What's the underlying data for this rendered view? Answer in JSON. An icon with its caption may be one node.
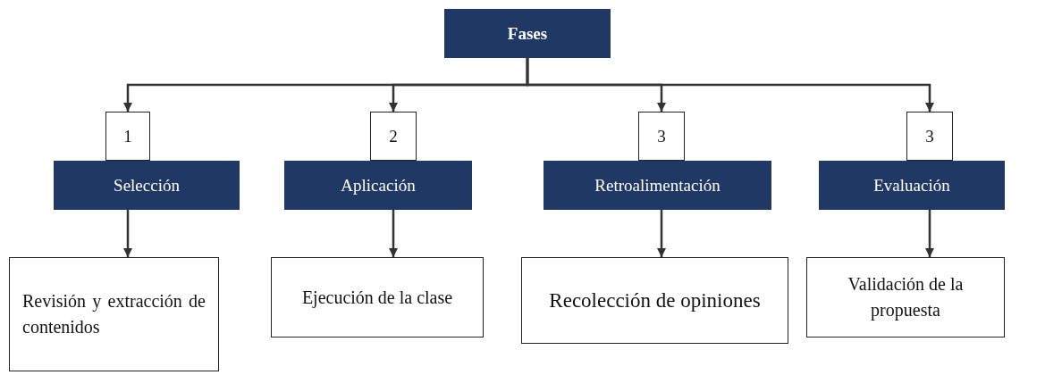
{
  "diagram": {
    "nodes": [
      {
        "text": [
          "Fases"
        ]
      },
      {
        "text": [
          "1"
        ]
      },
      {
        "text": [
          "2"
        ]
      },
      {
        "text": [
          "3"
        ]
      },
      {
        "text": [
          "3"
        ]
      },
      {
        "text": [
          "Selección"
        ]
      },
      {
        "text": [
          "Aplicación"
        ]
      },
      {
        "text": [
          "Retroalimentación"
        ]
      },
      {
        "text": [
          "Evaluación"
        ]
      },
      {
        "text": [
          "Revisión y extracción de contenidos"
        ]
      },
      {
        "text": [
          "Ejecución de la clase"
        ]
      },
      {
        "text": [
          "Recolección de opiniones"
        ]
      },
      {
        "text": [
          "Validación de la propuesta"
        ]
      }
    ],
    "edges": [
      {
        "from": 0,
        "to": 1,
        "arrow": "to"
      },
      {
        "from": 0,
        "to": 2,
        "arrow": "to"
      },
      {
        "from": 0,
        "to": 3,
        "arrow": "to"
      },
      {
        "from": 0,
        "to": 4,
        "arrow": "to"
      },
      {
        "from": 5,
        "to": 9,
        "arrow": "to"
      },
      {
        "from": 6,
        "to": 10,
        "arrow": "to"
      },
      {
        "from": 7,
        "to": 11,
        "arrow": "to"
      },
      {
        "from": 8,
        "to": 12,
        "arrow": "to"
      }
    ]
  }
}
